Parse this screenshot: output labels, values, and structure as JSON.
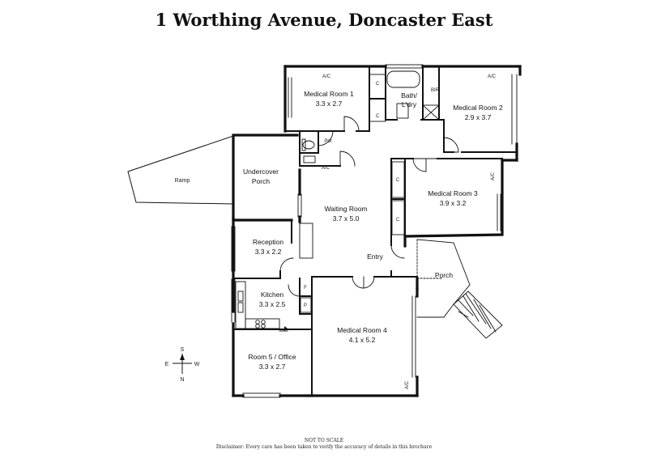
{
  "title": "1 Worthing Avenue, Doncaster East",
  "rooms": {
    "medical1": {
      "name": "Medical Room 1",
      "size": "3.3 x 2.7"
    },
    "medical2": {
      "name": "Medical Room 2",
      "size": "2.9 x 3.7"
    },
    "medical3": {
      "name": "Medical Room 3",
      "size": "3.9 x 3.2"
    },
    "medical4": {
      "name": "Medical Room 4",
      "size": "4.1 x 5.2"
    },
    "waiting": {
      "name": "Waiting Room",
      "size": "3.7 x 5.0"
    },
    "reception": {
      "name": "Reception",
      "size": "3.3 x 2.2"
    },
    "kitchen": {
      "name": "Kitchen",
      "size": "3.3 x 2.5"
    },
    "office": {
      "name": "Room 5 / Office",
      "size": "3.3 x 2.7"
    },
    "undercover": {
      "line1": "Undercover",
      "line2": "Porch"
    },
    "bath": {
      "line1": "Bath/",
      "line2": "L'dry"
    },
    "ramp": "Ramp",
    "entry": "Entry",
    "porch": "Porch",
    "pdr": "Pdr",
    "bir": "BIR"
  },
  "labels": {
    "ac": "A/C",
    "c": "C",
    "f": "F",
    "p": "P"
  },
  "compass": {
    "s": "S",
    "e": "E",
    "w": "W",
    "n": "N"
  },
  "footer": {
    "scale": "NOT TO SCALE",
    "disclaimer": "Disclaimer: Every care has been taken to verify the accuracy of details in this brochure"
  }
}
